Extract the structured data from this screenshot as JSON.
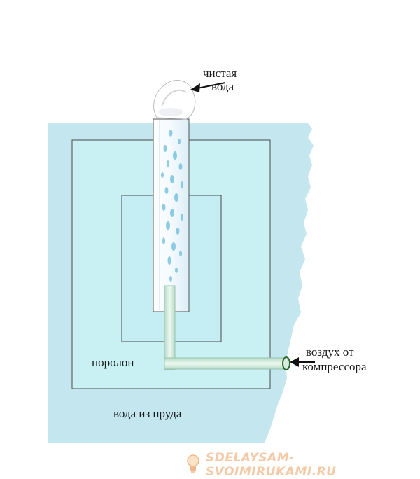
{
  "labels": {
    "clean_water": [
      "чистая",
      "вода"
    ],
    "foam": "поролон",
    "pond_water": "вода из пруда",
    "air_from_compressor": [
      "воздух от",
      "компрессора"
    ]
  },
  "watermark": {
    "text": "SDELAYSAM-SVOIMIRUKAMI.RU",
    "icon": "lightbulb-icon"
  },
  "colors": {
    "pond_water": "#c4e6ee",
    "foam_outer": "#c9f1f4",
    "foam_inner": "#c4eef3",
    "bubble": "#7cc3e0",
    "tube_green": "#cfe8d8",
    "watermark": "#f4c9a6"
  }
}
